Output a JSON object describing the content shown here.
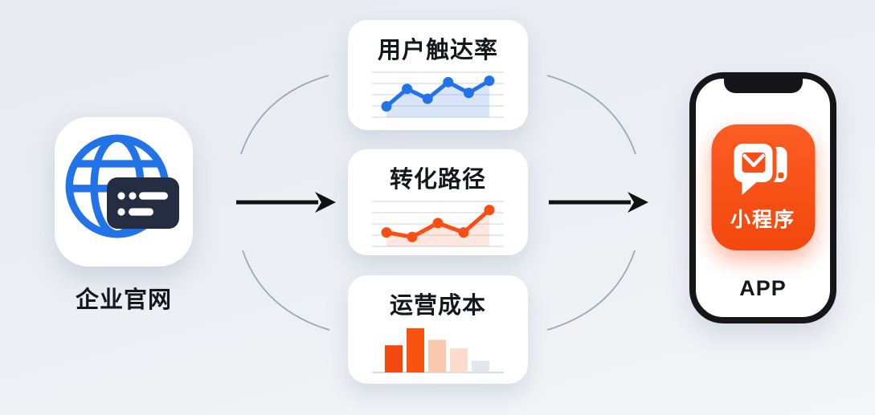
{
  "colors": {
    "accent_blue": "#2273E8",
    "accent_orange": "#F84E16",
    "navy": "#252D42",
    "grid_line": "#D7DDE8",
    "arc_line": "#9FA6BB",
    "arrow": "#121212"
  },
  "source": {
    "icon": "globe-browser-icon",
    "label": "企业官网"
  },
  "cards": [
    {
      "title": "用户触达率",
      "chart": {
        "type": "line",
        "values": [
          24,
          63,
          41,
          78,
          54,
          81
        ],
        "color": "#2273E8",
        "fill": "rgba(110,150,230,0.25)",
        "gridlines": 5
      }
    },
    {
      "title": "转化路径",
      "chart": {
        "type": "line",
        "values": [
          31,
          21,
          52,
          31,
          81
        ],
        "color": "#F94E14",
        "fill": "rgba(250,120,70,0.18)",
        "gridlines": 5
      }
    },
    {
      "title": "运营成本",
      "chart": {
        "type": "bar",
        "values": [
          35,
          57,
          42,
          31,
          15
        ],
        "bar_colors": [
          "#F3470C",
          "#F8530F",
          "#FAC9AE",
          "#FCDCCC",
          "#E3E7ED"
        ],
        "baseline_color": "#C6CFDC"
      }
    }
  ],
  "target": {
    "icon": "mini-program-chat-icon",
    "app_icon_label": "小程序",
    "device_label": "APP"
  }
}
